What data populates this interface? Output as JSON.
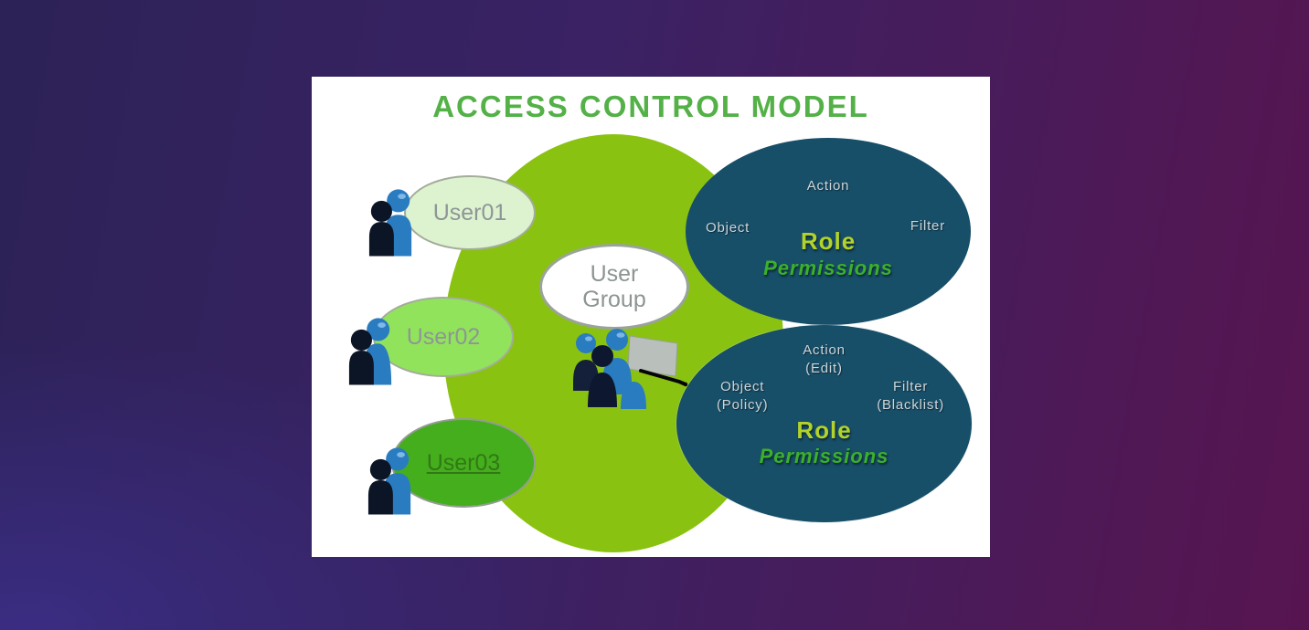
{
  "page": {
    "title": "ACCESS CONTROL MODEL"
  },
  "colors": {
    "background_top_left": "#2c2257",
    "background_top_right": "#571550",
    "background_bottom_left": "#3b2d84",
    "card": "#ffffff",
    "title_green": "#53b147",
    "group_circle_green": "#8ac212",
    "user01_fill": "#ddf3cf",
    "user02_fill": "#92e35c",
    "user03_fill": "#45ae1d",
    "role_ellipse_fill": "#174e68",
    "role_text": "#b2d32a",
    "permissions_text": "#3cb02a",
    "label_gray": "#8d9696",
    "dark_label_gray": "#cdd5d8",
    "user_icon_blue": "#2a7cc0",
    "user_icon_dark": "#0c1526",
    "monitor_gray": "#b9bfba"
  },
  "users": [
    {
      "label": "User01"
    },
    {
      "label": "User02"
    },
    {
      "label": "User03"
    }
  ],
  "user_group": {
    "label_line1": "User",
    "label_line2": "Group"
  },
  "role_circles": [
    {
      "action": "Action",
      "object": "Object",
      "filter": "Filter",
      "role": "Role",
      "permissions": "Permissions"
    },
    {
      "action": "Action",
      "action_qualifier": "(Edit)",
      "object": "Object",
      "object_qualifier": "(Policy)",
      "filter": "Filter",
      "filter_qualifier": "(Blacklist)",
      "role": "Role",
      "permissions": "Permissions"
    }
  ]
}
